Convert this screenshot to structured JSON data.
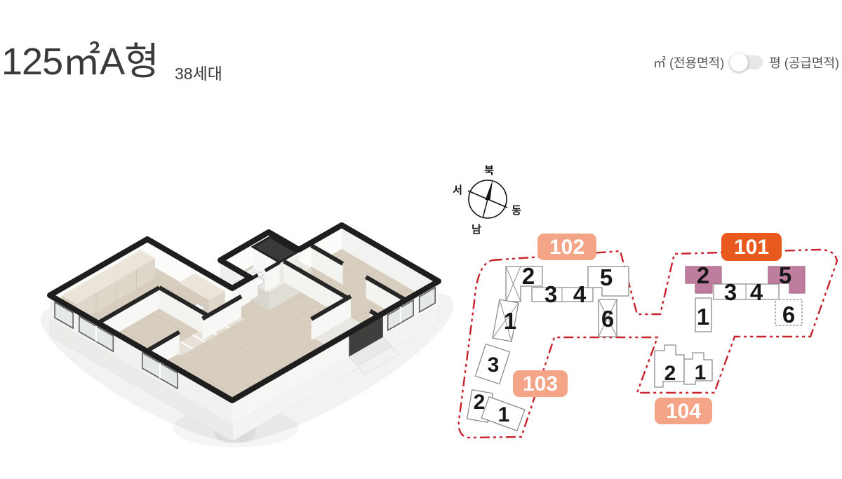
{
  "header": {
    "title": "125㎡A형",
    "household_count": "38세대"
  },
  "area_toggle": {
    "m2_label": "㎡ (전용면적)",
    "pyeong_label": "평 (공급면적)",
    "selected": "㎡ (전용면적)"
  },
  "compass": {
    "north": "북",
    "south": "남",
    "east": "동",
    "west": "서"
  },
  "site_plan": {
    "boundary_color": "#c8232c",
    "unit_highlight_color": "#bf7d9e",
    "groups": [
      {
        "label": "101",
        "badge_color": "#e8591d",
        "units": [
          "1",
          "2",
          "3",
          "4",
          "5",
          "6"
        ],
        "highlighted_units": "2, 5"
      },
      {
        "label": "102",
        "badge_color": "#f4a588",
        "units": [
          "1",
          "2",
          "3",
          "4",
          "5",
          "6"
        ],
        "highlighted_units": ""
      },
      {
        "label": "103",
        "badge_color": "#f4a588",
        "units": [
          "1",
          "2",
          "3"
        ],
        "highlighted_units": ""
      },
      {
        "label": "104",
        "badge_color": "#f4a588",
        "units": [
          "1",
          "2"
        ],
        "highlighted_units": ""
      }
    ]
  }
}
